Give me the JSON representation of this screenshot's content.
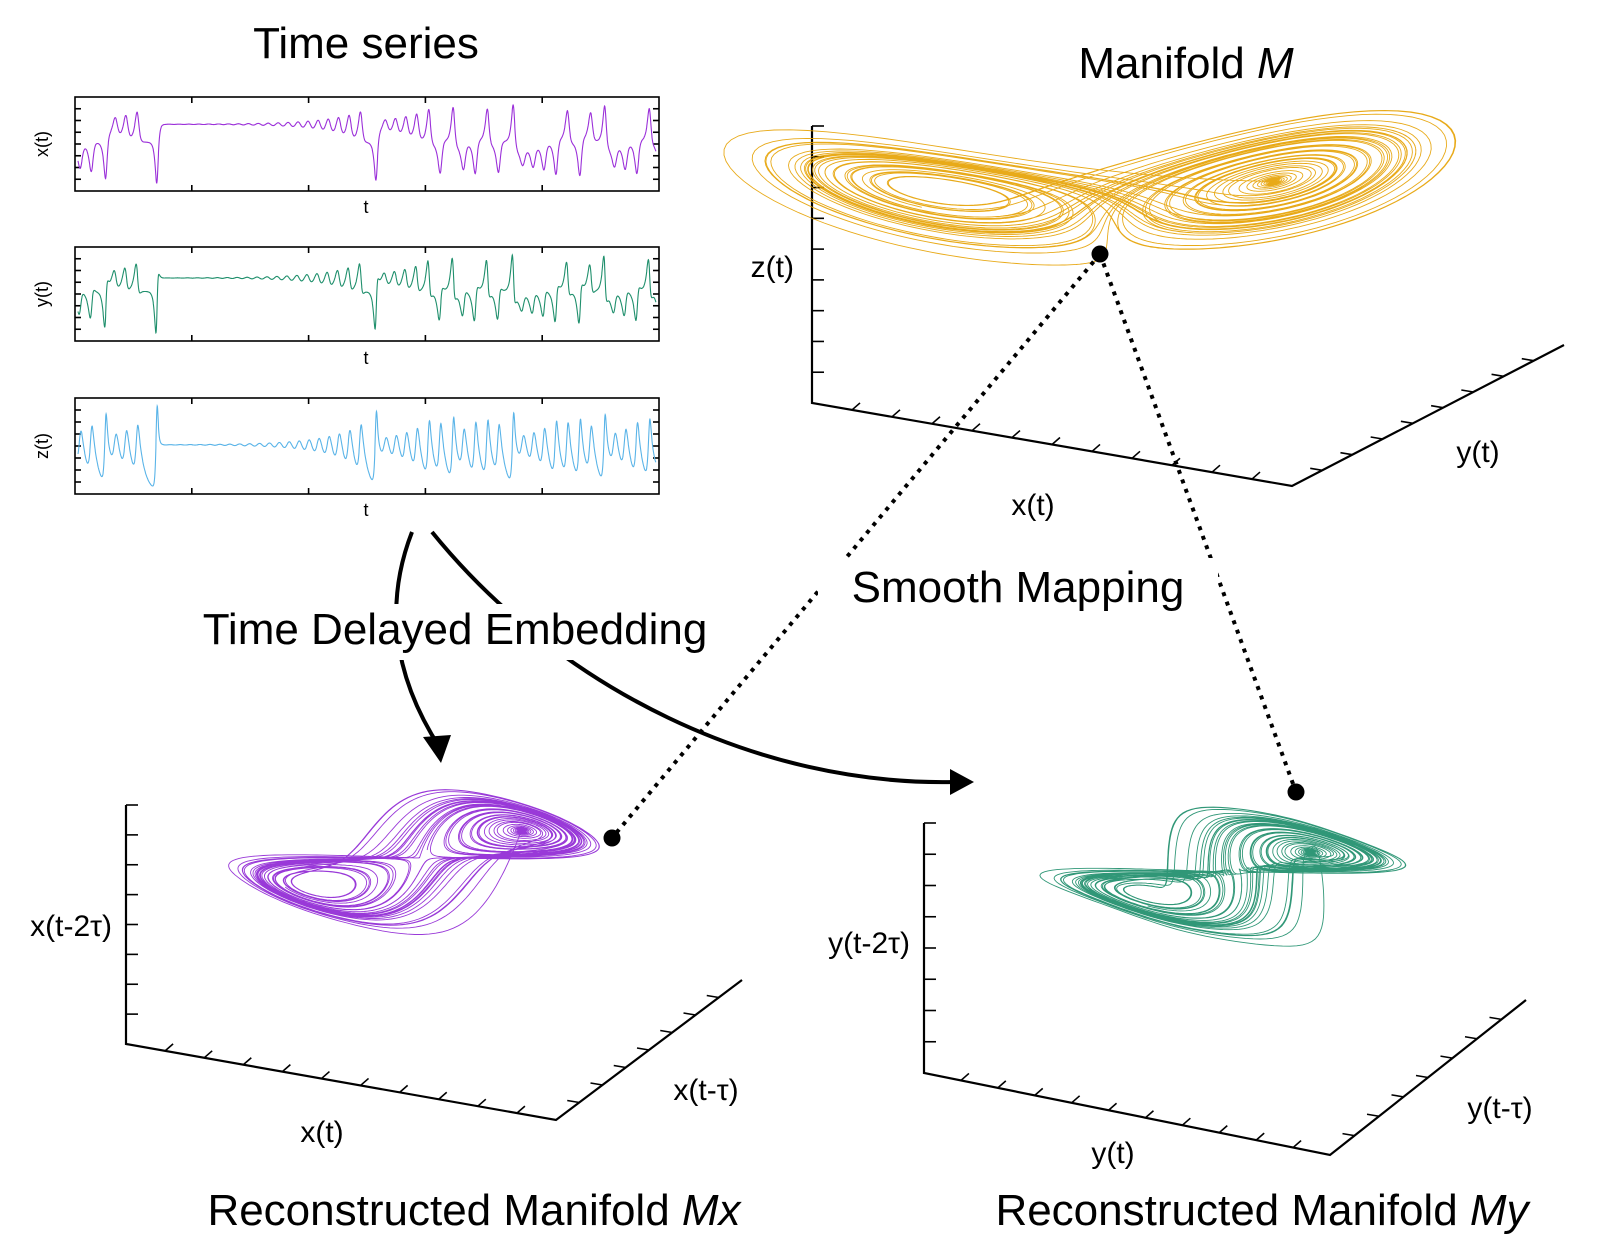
{
  "titles": {
    "time_series": "Time series",
    "manifold_prefix": "Manifold ",
    "manifold_symbol": "M",
    "smooth_mapping": "Smooth Mapping",
    "time_delayed_embedding": "Time Delayed Embedding",
    "recon_x_prefix": "Reconstructed Manifold ",
    "recon_x_symbol": "Mx",
    "recon_y_prefix": "Reconstructed Manifold ",
    "recon_y_symbol": "My"
  },
  "time_series": [
    {
      "ylabel": "x(t)",
      "xlabel": "t",
      "color": "#9b30d9"
    },
    {
      "ylabel": "y(t)",
      "xlabel": "t",
      "color": "#1f8f6c"
    },
    {
      "ylabel": "z(t)",
      "xlabel": "t",
      "color": "#5ab4e8"
    }
  ],
  "manifold_m": {
    "color": "#e6a100",
    "axes": {
      "z": "z(t)",
      "x": "x(t)",
      "y": "y(t)"
    }
  },
  "manifold_mx": {
    "color": "#8e24d4",
    "axes": {
      "z": "x(t-2τ)",
      "x": "x(t)",
      "y": "x(t-τ)"
    }
  },
  "manifold_my": {
    "color": "#198c68",
    "axes": {
      "z": "y(t-2τ)",
      "x": "y(t)",
      "y": "y(t-τ)"
    }
  }
}
